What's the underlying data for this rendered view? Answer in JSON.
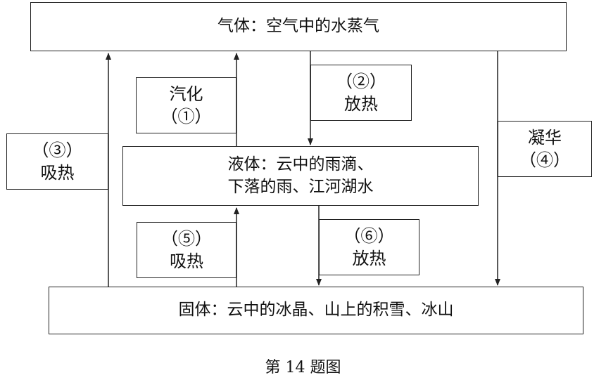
{
  "nodes": {
    "gas": "气体：空气中的水蒸气",
    "liquid_line1": "液体：云中的雨滴、",
    "liquid_line2": "下落的雨、江河湖水",
    "solid": "固体：云中的冰晶、山上的积雪、冰山"
  },
  "labels": {
    "l1_a": "汽化",
    "l1_b": "（①）",
    "l2_a": "（②）",
    "l2_b": "放热",
    "l3_a": "（③）",
    "l3_b": "吸热",
    "l4_a": "凝华",
    "l4_b": "（④）",
    "l5_a": "（⑤）",
    "l5_b": "吸热",
    "l6_a": "（⑥）",
    "l6_b": "放热"
  },
  "caption": "第 14 题图"
}
